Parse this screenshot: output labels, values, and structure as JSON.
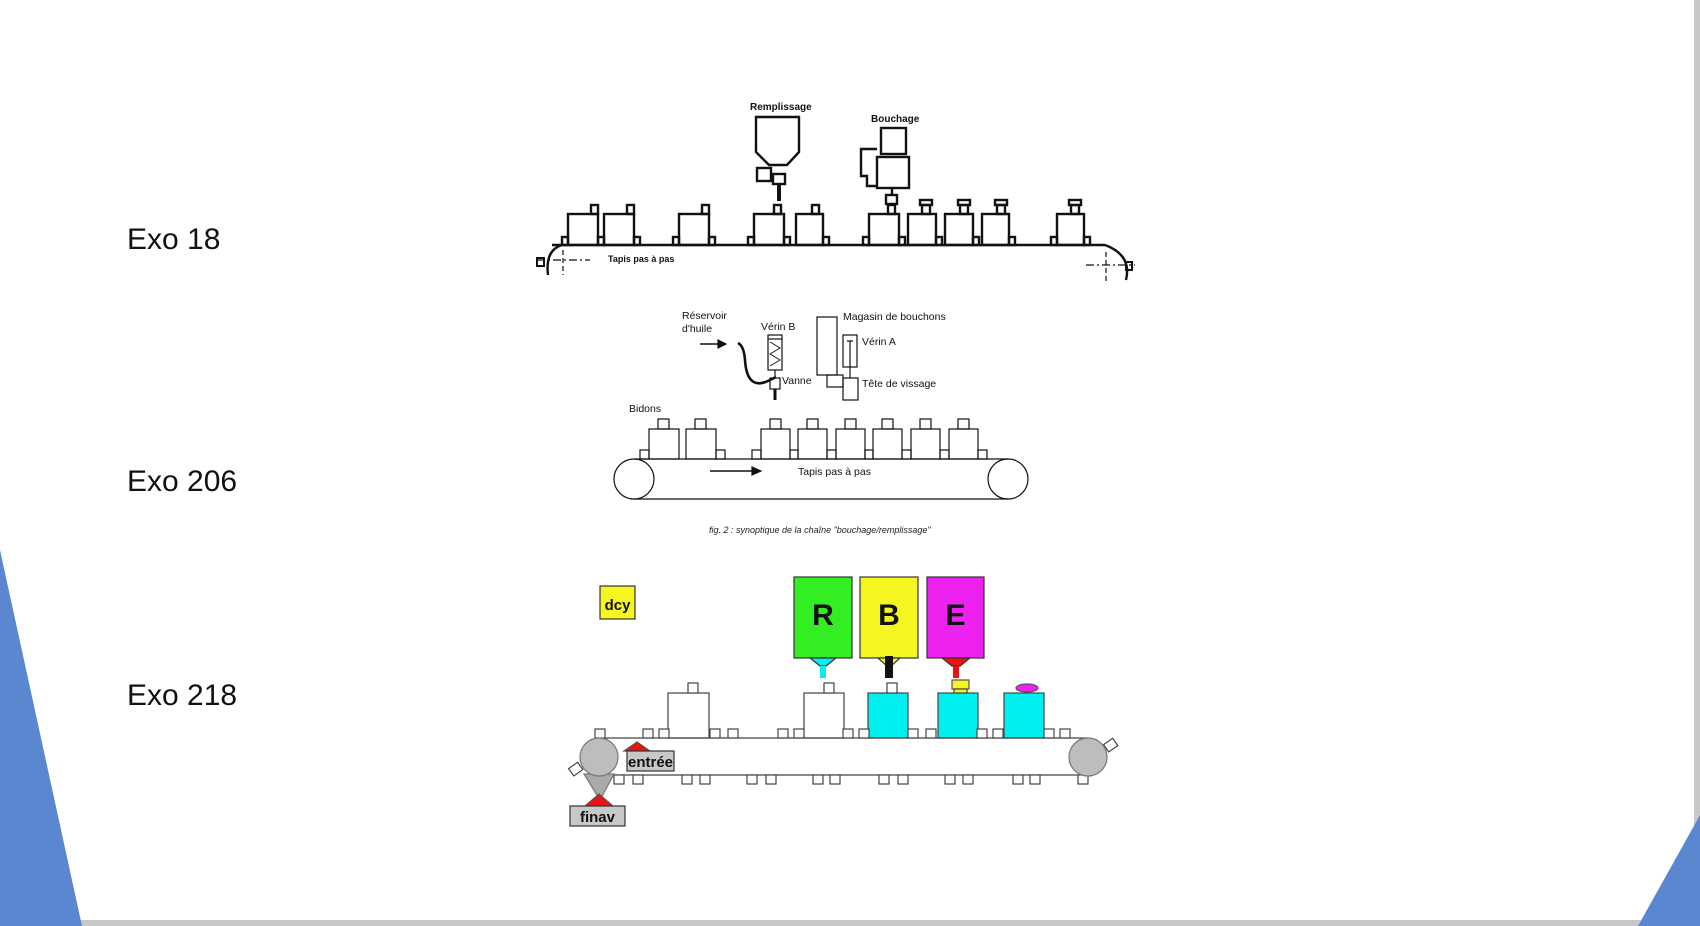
{
  "slide": {
    "labels": [
      "Exo 18",
      "Exo 206",
      "Exo 218"
    ],
    "colors": {
      "accent": "#5b86d0",
      "frame": "#c8c8c8"
    }
  },
  "exo18": {
    "station_fill": "Remplissage",
    "station_cap": "Bouchage",
    "belt": "Tapis pas à pas"
  },
  "exo206": {
    "reservoir_line1": "Réservoir",
    "reservoir_line2": "d'huile",
    "jack_b": "Vérin B",
    "valve": "Vanne",
    "cap_store": "Magasin de bouchons",
    "jack_a": "Vérin A",
    "screw_head": "Tête de vissage",
    "cans": "Bidons",
    "belt": "Tapis pas à pas",
    "caption": "fig. 2 : synoptique de la chaîne \"bouchage/remplissage\""
  },
  "exo218": {
    "cycle_button": "dcy",
    "tank_r": "R",
    "tank_b": "B",
    "tank_e": "E",
    "entry_sensor": "entrée",
    "advance_end_sensor": "finav",
    "colors": {
      "r": "#33ee22",
      "b": "#f5f522",
      "e": "#ee22ee",
      "cyan": "#00f0f0",
      "red": "#ee1111"
    }
  }
}
